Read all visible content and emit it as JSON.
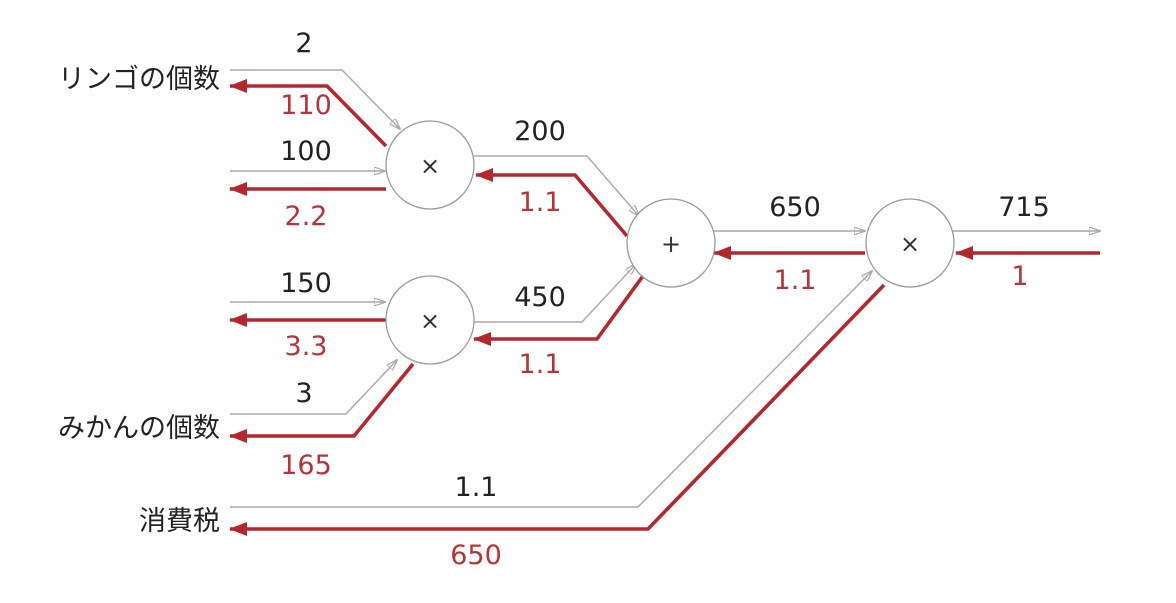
{
  "inputs": {
    "apple_count": "リンゴの個数",
    "orange_count": "みかんの個数",
    "tax": "消費税"
  },
  "nodes": {
    "mul_apple": "×",
    "mul_orange": "×",
    "add": "+",
    "mul_tax": "×"
  },
  "forward": {
    "apple_count": "2",
    "apple_price": "100",
    "orange_price": "150",
    "orange_count": "3",
    "apple_total": "200",
    "orange_total": "450",
    "sum": "650",
    "tax": "1.1",
    "output": "715"
  },
  "backward": {
    "apple_count": "110",
    "apple_price": "2.2",
    "orange_price": "3.3",
    "orange_count": "165",
    "apple_total": "1.1",
    "orange_total": "1.1",
    "sum": "1.1",
    "tax": "650",
    "output": "1"
  },
  "colors": {
    "forward": "#a8a8a8",
    "backward": "#b3282e",
    "backward_text": "#b3353a",
    "node_stroke": "#9a9a9a"
  }
}
